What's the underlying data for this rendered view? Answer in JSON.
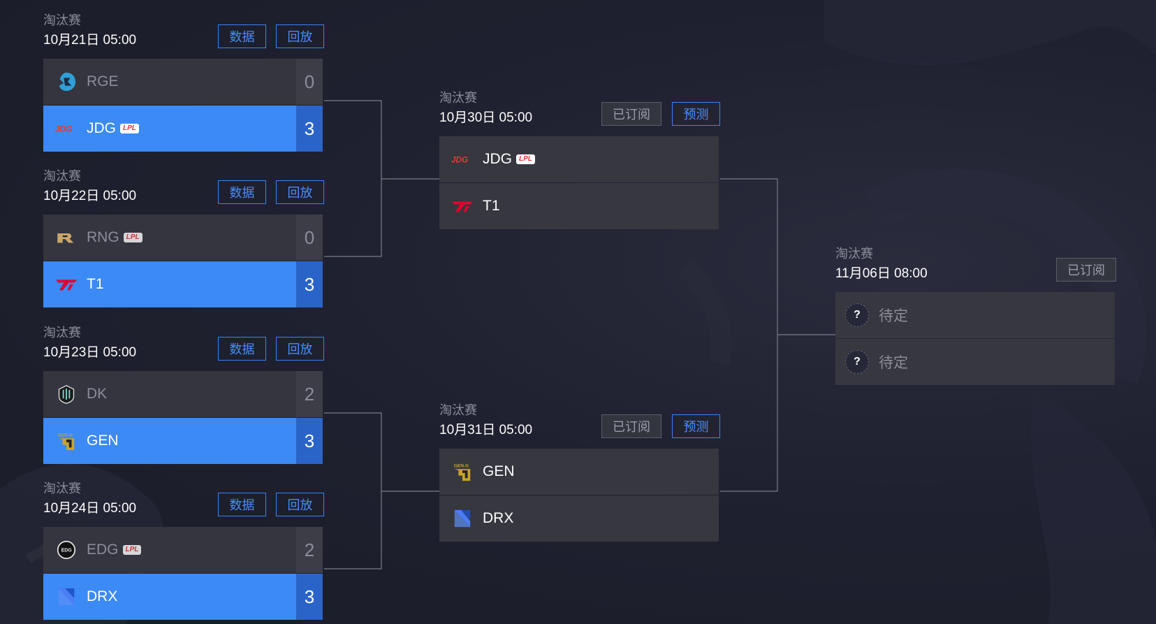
{
  "round1": [
    {
      "stage": "淘汰赛",
      "time": "10月21日 05:00",
      "btn1": "数据",
      "btn2": "回放",
      "team1": {
        "name": "RGE",
        "tag": "",
        "score": "0",
        "logo": "rge-logo"
      },
      "team2": {
        "name": "JDG",
        "tag": "LPL",
        "score": "3",
        "logo": "jdg-logo"
      }
    },
    {
      "stage": "淘汰赛",
      "time": "10月22日 05:00",
      "btn1": "数据",
      "btn2": "回放",
      "team1": {
        "name": "RNG",
        "tag": "LPL",
        "score": "0",
        "logo": "rng-logo"
      },
      "team2": {
        "name": "T1",
        "tag": "",
        "score": "3",
        "logo": "t1-logo"
      }
    },
    {
      "stage": "淘汰赛",
      "time": "10月23日 05:00",
      "btn1": "数据",
      "btn2": "回放",
      "team1": {
        "name": "DK",
        "tag": "",
        "score": "2",
        "logo": "dk-logo"
      },
      "team2": {
        "name": "GEN",
        "tag": "",
        "score": "3",
        "logo": "gen-logo"
      }
    },
    {
      "stage": "淘汰赛",
      "time": "10月24日 05:00",
      "btn1": "数据",
      "btn2": "回放",
      "team1": {
        "name": "EDG",
        "tag": "LPL",
        "score": "2",
        "logo": "edg-logo"
      },
      "team2": {
        "name": "DRX",
        "tag": "",
        "score": "3",
        "logo": "drx-logo"
      }
    }
  ],
  "semis": [
    {
      "stage": "淘汰赛",
      "time": "10月30日 05:00",
      "btn1": "已订阅",
      "btn2": "预测",
      "team1": {
        "name": "JDG",
        "tag": "LPL",
        "logo": "jdg-logo"
      },
      "team2": {
        "name": "T1",
        "tag": "",
        "logo": "t1-logo"
      }
    },
    {
      "stage": "淘汰赛",
      "time": "10月31日 05:00",
      "btn1": "已订阅",
      "btn2": "预测",
      "team1": {
        "name": "GEN",
        "tag": "",
        "logo": "gen-logo"
      },
      "team2": {
        "name": "DRX",
        "tag": "",
        "logo": "drx-logo"
      }
    }
  ],
  "final": {
    "stage": "淘汰赛",
    "time": "11月06日 08:00",
    "btn1": "已订阅",
    "team1": {
      "name": "待定",
      "mark": "?"
    },
    "team2": {
      "name": "待定",
      "mark": "?"
    }
  },
  "colors": {
    "accent": "#3b8af5",
    "winner_score_bg": "#2a64c9",
    "lpl_tag": "#e53935"
  }
}
